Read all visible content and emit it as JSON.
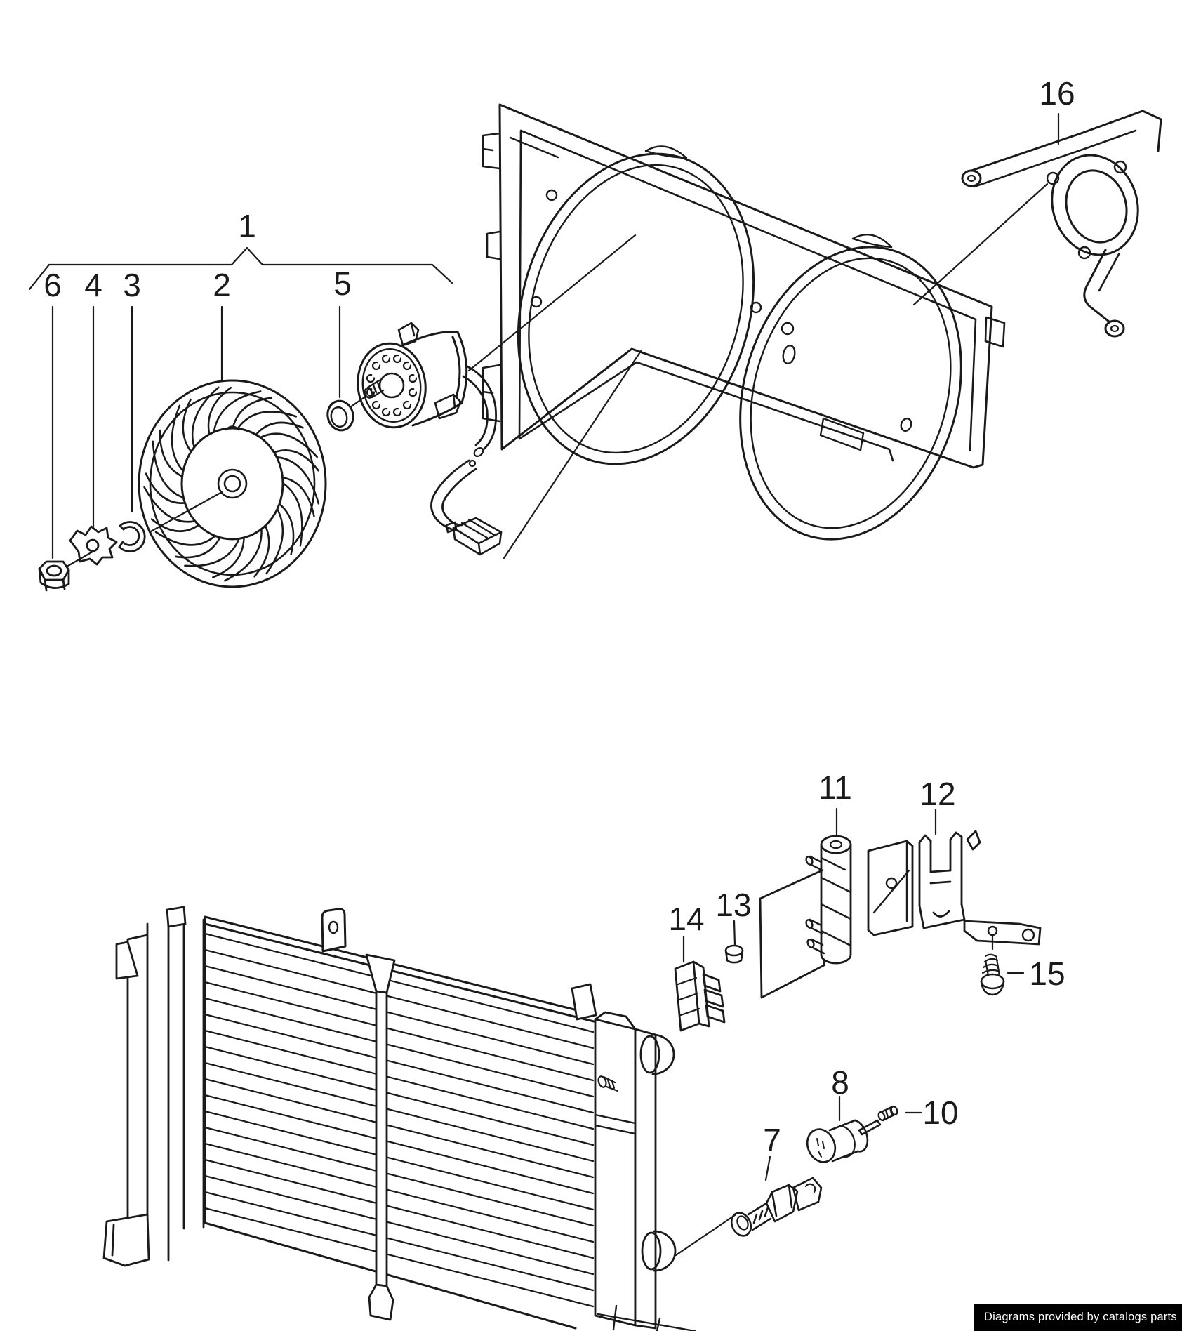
{
  "diagram": {
    "part_labels": {
      "p1": "1",
      "p2": "2",
      "p3": "3",
      "p4": "4",
      "p5": "5",
      "p6": "6",
      "p7": "7",
      "p8": "8",
      "p10": "10",
      "p11": "11",
      "p12": "12",
      "p13": "13",
      "p14": "14",
      "p15": "15",
      "p16": "16"
    }
  },
  "watermark": {
    "text": "Diagrams provided by catalogs parts",
    "background": "#000000",
    "text_color": "#ffffff"
  },
  "canvas": {
    "background": "#ffffff",
    "line_color": "#1a1a1a"
  }
}
